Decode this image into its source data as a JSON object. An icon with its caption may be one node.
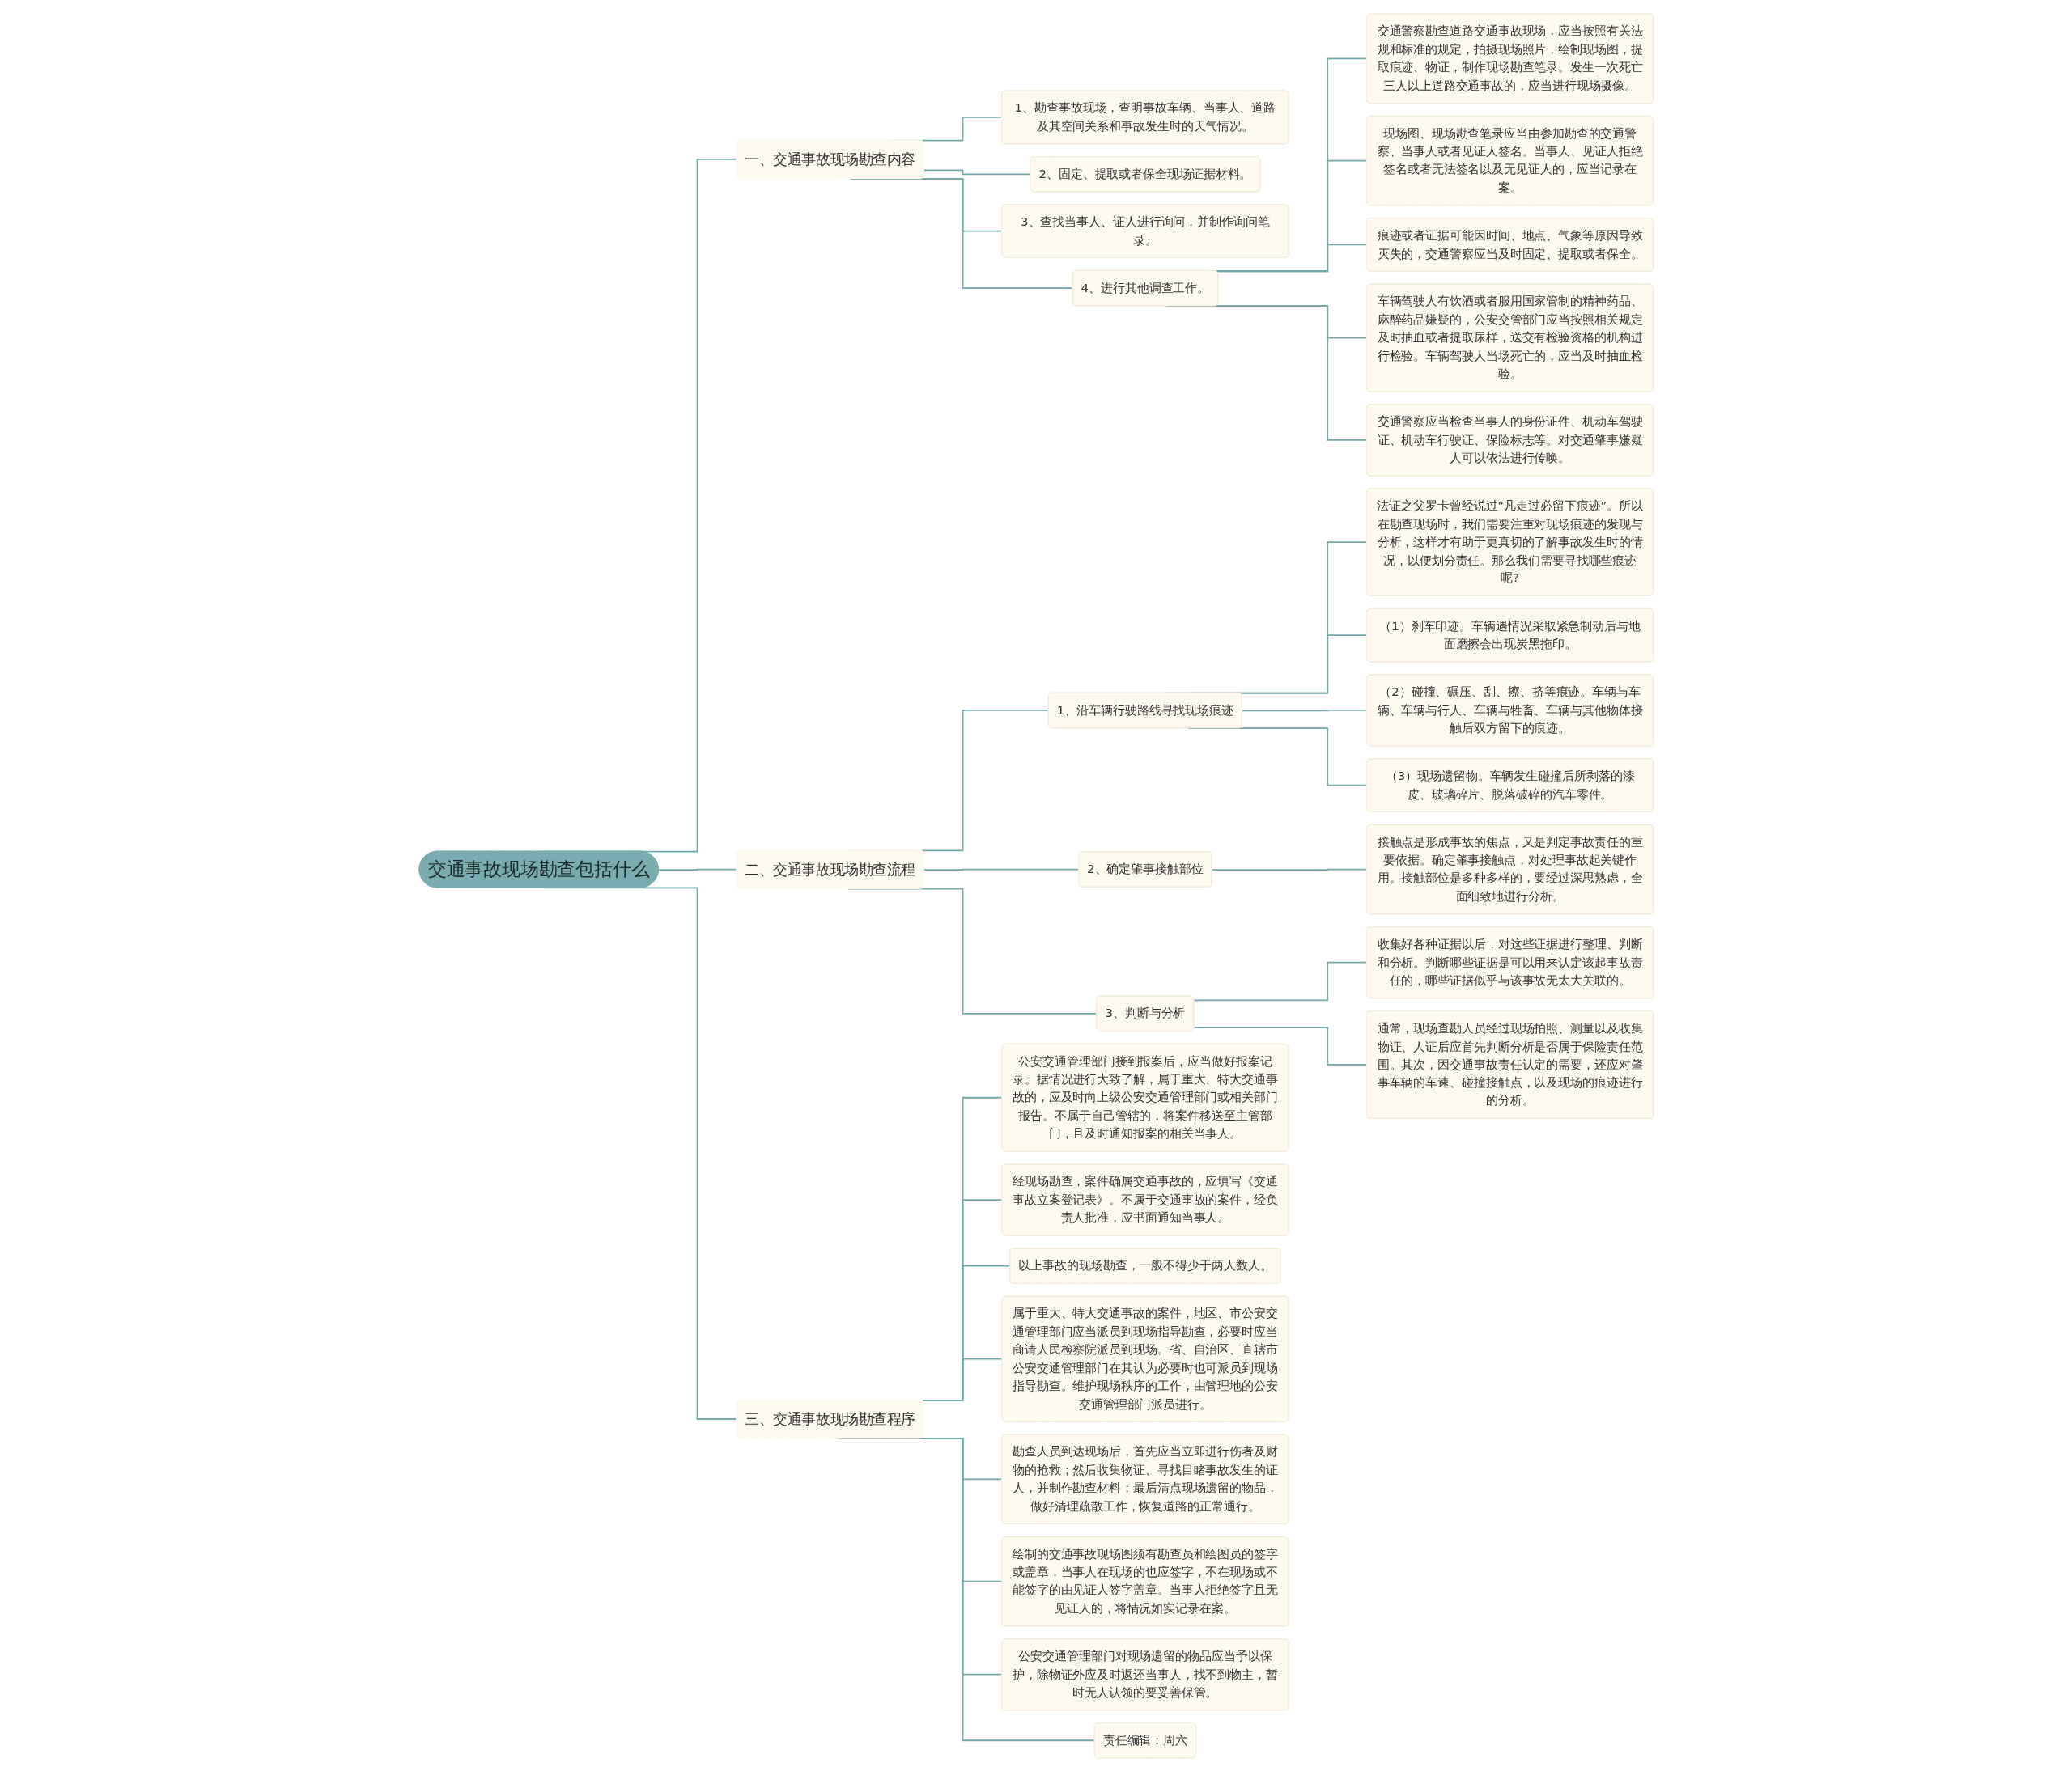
{
  "diagram": {
    "nodes": [
      {
        "text": [
          "交通事故现场勘查包括什么"
        ]
      },
      {
        "text": [
          "一、交通事故现场勘查内容"
        ]
      },
      {
        "text": [
          "1、勘查事故现场，查明事故车辆、当事人、道路及其空间关系和事故发生时的天气情况。"
        ]
      },
      {
        "text": [
          "2、固定、提取或者保全现场证据材料。"
        ]
      },
      {
        "text": [
          "3、查找当事人、证人进行询问，并制作询问笔录。"
        ]
      },
      {
        "text": [
          "4、进行其他调查工作。"
        ]
      },
      {
        "text": [
          "交通警察勘查道路交通事故现场，应当按照有关法规和标准的规定，拍摄现场照片，绘制现场图，提取痕迹、物证，制作现场勘查笔录。发生一次死亡三人以上道路交通事故的，应当进行现场摄像。"
        ]
      },
      {
        "text": [
          "现场图、现场勘查笔录应当由参加勘查的交通警察、当事人或者见证人签名。当事人、见证人拒绝签名或者无法签名以及无见证人的，应当记录在案。"
        ]
      },
      {
        "text": [
          "痕迹或者证据可能因时间、地点、气象等原因导致灭失的，交通警察应当及时固定、提取或者保全。"
        ]
      },
      {
        "text": [
          "车辆驾驶人有饮酒或者服用国家管制的精神药品、麻醉药品嫌疑的，公安交管部门应当按照相关规定及时抽血或者提取尿样，送交有检验资格的机构进行检验。车辆驾驶人当场死亡的，应当及时抽血检验。"
        ]
      },
      {
        "text": [
          "交通警察应当检查当事人的身份证件、机动车驾驶证、机动车行驶证、保险标志等。对交通肇事嫌疑人可以依法进行传唤。"
        ]
      },
      {
        "text": [
          "二、交通事故现场勘查流程"
        ]
      },
      {
        "text": [
          "1、沿车辆行驶路线寻找现场痕迹"
        ]
      },
      {
        "text": [
          "法证之父罗卡曾经说过“凡走过必留下痕迹”。所以在勘查现场时，我们需要注重对现场痕迹的发现与分析，这样才有助于更真切的了解事故发生时的情况，以便划分责任。那么我们需要寻找哪些痕迹呢?"
        ]
      },
      {
        "text": [
          "（1）刹车印迹。车辆遇情况采取紧急制动后与地面磨擦会出现炭黑拖印。"
        ]
      },
      {
        "text": [
          "（2）碰撞、碾压、刮、擦、挤等痕迹。车辆与车辆、车辆与行人、车辆与牲畜、车辆与其他物体接触后双方留下的痕迹。"
        ]
      },
      {
        "text": [
          "（3）现场遗留物。车辆发生碰撞后所剥落的漆皮、玻璃碎片、脱落破碎的汽车零件。"
        ]
      },
      {
        "text": [
          "2、确定肇事接触部位"
        ]
      },
      {
        "text": [
          "接触点是形成事故的焦点，又是判定事故责任的重要依据。确定肇事接触点，对处理事故起关键作用。接触部位是多种多样的，要经过深思熟虑，全面细致地进行分析。"
        ]
      },
      {
        "text": [
          "3、判断与分析"
        ]
      },
      {
        "text": [
          "收集好各种证据以后，对这些证据进行整理、判断和分析。判断哪些证据是可以用来认定该起事故责任的，哪些证据似乎与该事故无太大关联的。"
        ]
      },
      {
        "text": [
          "通常，现场查勘人员经过现场拍照、测量以及收集物证、人证后应首先判断分析是否属于保险责任范围。其次，因交通事故责任认定的需要，还应对肇事车辆的车速、碰撞接触点，以及现场的痕迹进行的分析。"
        ]
      },
      {
        "text": [
          "三、交通事故现场勘查程序"
        ]
      },
      {
        "text": [
          "公安交通管理部门接到报案后，应当做好报案记录。据情况进行大致了解，属于重大、特大交通事故的，应及时向上级公安交通管理部门或相关部门报告。不属于自己管辖的，将案件移送至主管部门，且及时通知报案的相关当事人。"
        ]
      },
      {
        "text": [
          "经现场勘查，案件确属交通事故的，应填写《交通事故立案登记表》。不属于交通事故的案件，经负责人批准，应书面通知当事人。"
        ]
      },
      {
        "text": [
          "以上事故的现场勘查，一般不得少于两人数人。"
        ]
      },
      {
        "text": [
          "属于重大、特大交通事故的案件，地区、市公安交通管理部门应当派员到现场指导勘查，必要时应当商请人民检察院派员到现场。省、自治区、直辖市公安交通管理部门在其认为必要时也可派员到现场指导勘查。维护现场秩序的工作，由管理地的公安交通管理部门派员进行。"
        ]
      },
      {
        "text": [
          "勘查人员到达现场后，首先应当立即进行伤者及财物的抢救；然后收集物证、寻找目睹事故发生的证人，并制作勘查材料；最后清点现场遗留的物品，做好清理疏散工作，恢复道路的正常通行。"
        ]
      },
      {
        "text": [
          "绘制的交通事故现场图须有勘查员和绘图员的签字或盖章，当事人在现场的也应签字，不在现场或不能签字的由见证人签字盖章。当事人拒绝签字且无见证人的，将情况如实记录在案。"
        ]
      },
      {
        "text": [
          "公安交通管理部门对现场遗留的物品应当予以保护，除物证外应及时返还当事人，找不到物主，暂时无人认领的要妥善保管。"
        ]
      },
      {
        "text": [
          "责任编辑：周六"
        ]
      }
    ],
    "edges": [
      {
        "from": 0,
        "to": 1,
        "arrow": "none"
      },
      {
        "from": 1,
        "to": 2,
        "arrow": "none"
      },
      {
        "from": 1,
        "to": 3,
        "arrow": "none"
      },
      {
        "from": 1,
        "to": 4,
        "arrow": "none"
      },
      {
        "from": 1,
        "to": 5,
        "arrow": "none"
      },
      {
        "from": 5,
        "to": 6,
        "arrow": "none"
      },
      {
        "from": 5,
        "to": 7,
        "arrow": "none"
      },
      {
        "from": 5,
        "to": 8,
        "arrow": "none"
      },
      {
        "from": 5,
        "to": 9,
        "arrow": "none"
      },
      {
        "from": 5,
        "to": 10,
        "arrow": "none"
      },
      {
        "from": 0,
        "to": 11,
        "arrow": "none"
      },
      {
        "from": 11,
        "to": 12,
        "arrow": "none"
      },
      {
        "from": 12,
        "to": 13,
        "arrow": "none"
      },
      {
        "from": 12,
        "to": 14,
        "arrow": "none"
      },
      {
        "from": 12,
        "to": 15,
        "arrow": "none"
      },
      {
        "from": 12,
        "to": 16,
        "arrow": "none"
      },
      {
        "from": 11,
        "to": 17,
        "arrow": "none"
      },
      {
        "from": 17,
        "to": 18,
        "arrow": "none"
      },
      {
        "from": 11,
        "to": 19,
        "arrow": "none"
      },
      {
        "from": 19,
        "to": 20,
        "arrow": "none"
      },
      {
        "from": 19,
        "to": 21,
        "arrow": "none"
      },
      {
        "from": 0,
        "to": 22,
        "arrow": "none"
      },
      {
        "from": 22,
        "to": 23,
        "arrow": "none"
      },
      {
        "from": 22,
        "to": 24,
        "arrow": "none"
      },
      {
        "from": 22,
        "to": 25,
        "arrow": "none"
      },
      {
        "from": 22,
        "to": 26,
        "arrow": "none"
      },
      {
        "from": 22,
        "to": 27,
        "arrow": "none"
      },
      {
        "from": 22,
        "to": 28,
        "arrow": "none"
      },
      {
        "from": 22,
        "to": 29,
        "arrow": "none"
      },
      {
        "from": 22,
        "to": 30,
        "arrow": "none"
      }
    ]
  }
}
